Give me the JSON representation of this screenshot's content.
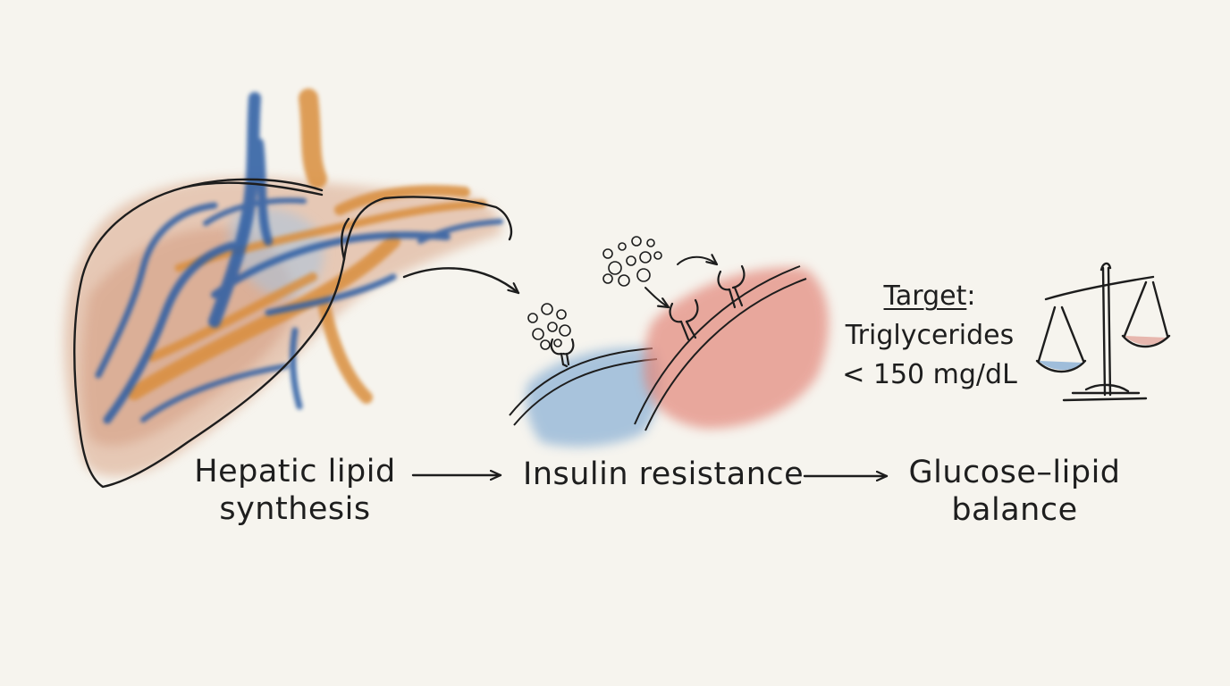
{
  "steps": [
    {
      "line1": "Hepatic lipid",
      "line2": "synthesis"
    },
    {
      "line1": "Insulin resistance"
    },
    {
      "line1": "Glucose–lipid",
      "line2": "balance"
    }
  ],
  "target": {
    "title": "Target",
    "colon": ":",
    "line1": "Triglycerides",
    "line2": "< 150 mg/dL"
  },
  "colors": {
    "background": "#f6f4ee",
    "liver_orange": "#d98e3c",
    "liver_blue": "#2f5ea4",
    "liver_terracotta": "#c98262",
    "cell_blue": "#8fb3d6",
    "cell_red": "#e3877a",
    "ink": "#1d1d1d"
  },
  "icons": [
    "liver-illustration",
    "glucose-molecules",
    "insulin-receptor",
    "balance-scale",
    "flow-arrow"
  ]
}
